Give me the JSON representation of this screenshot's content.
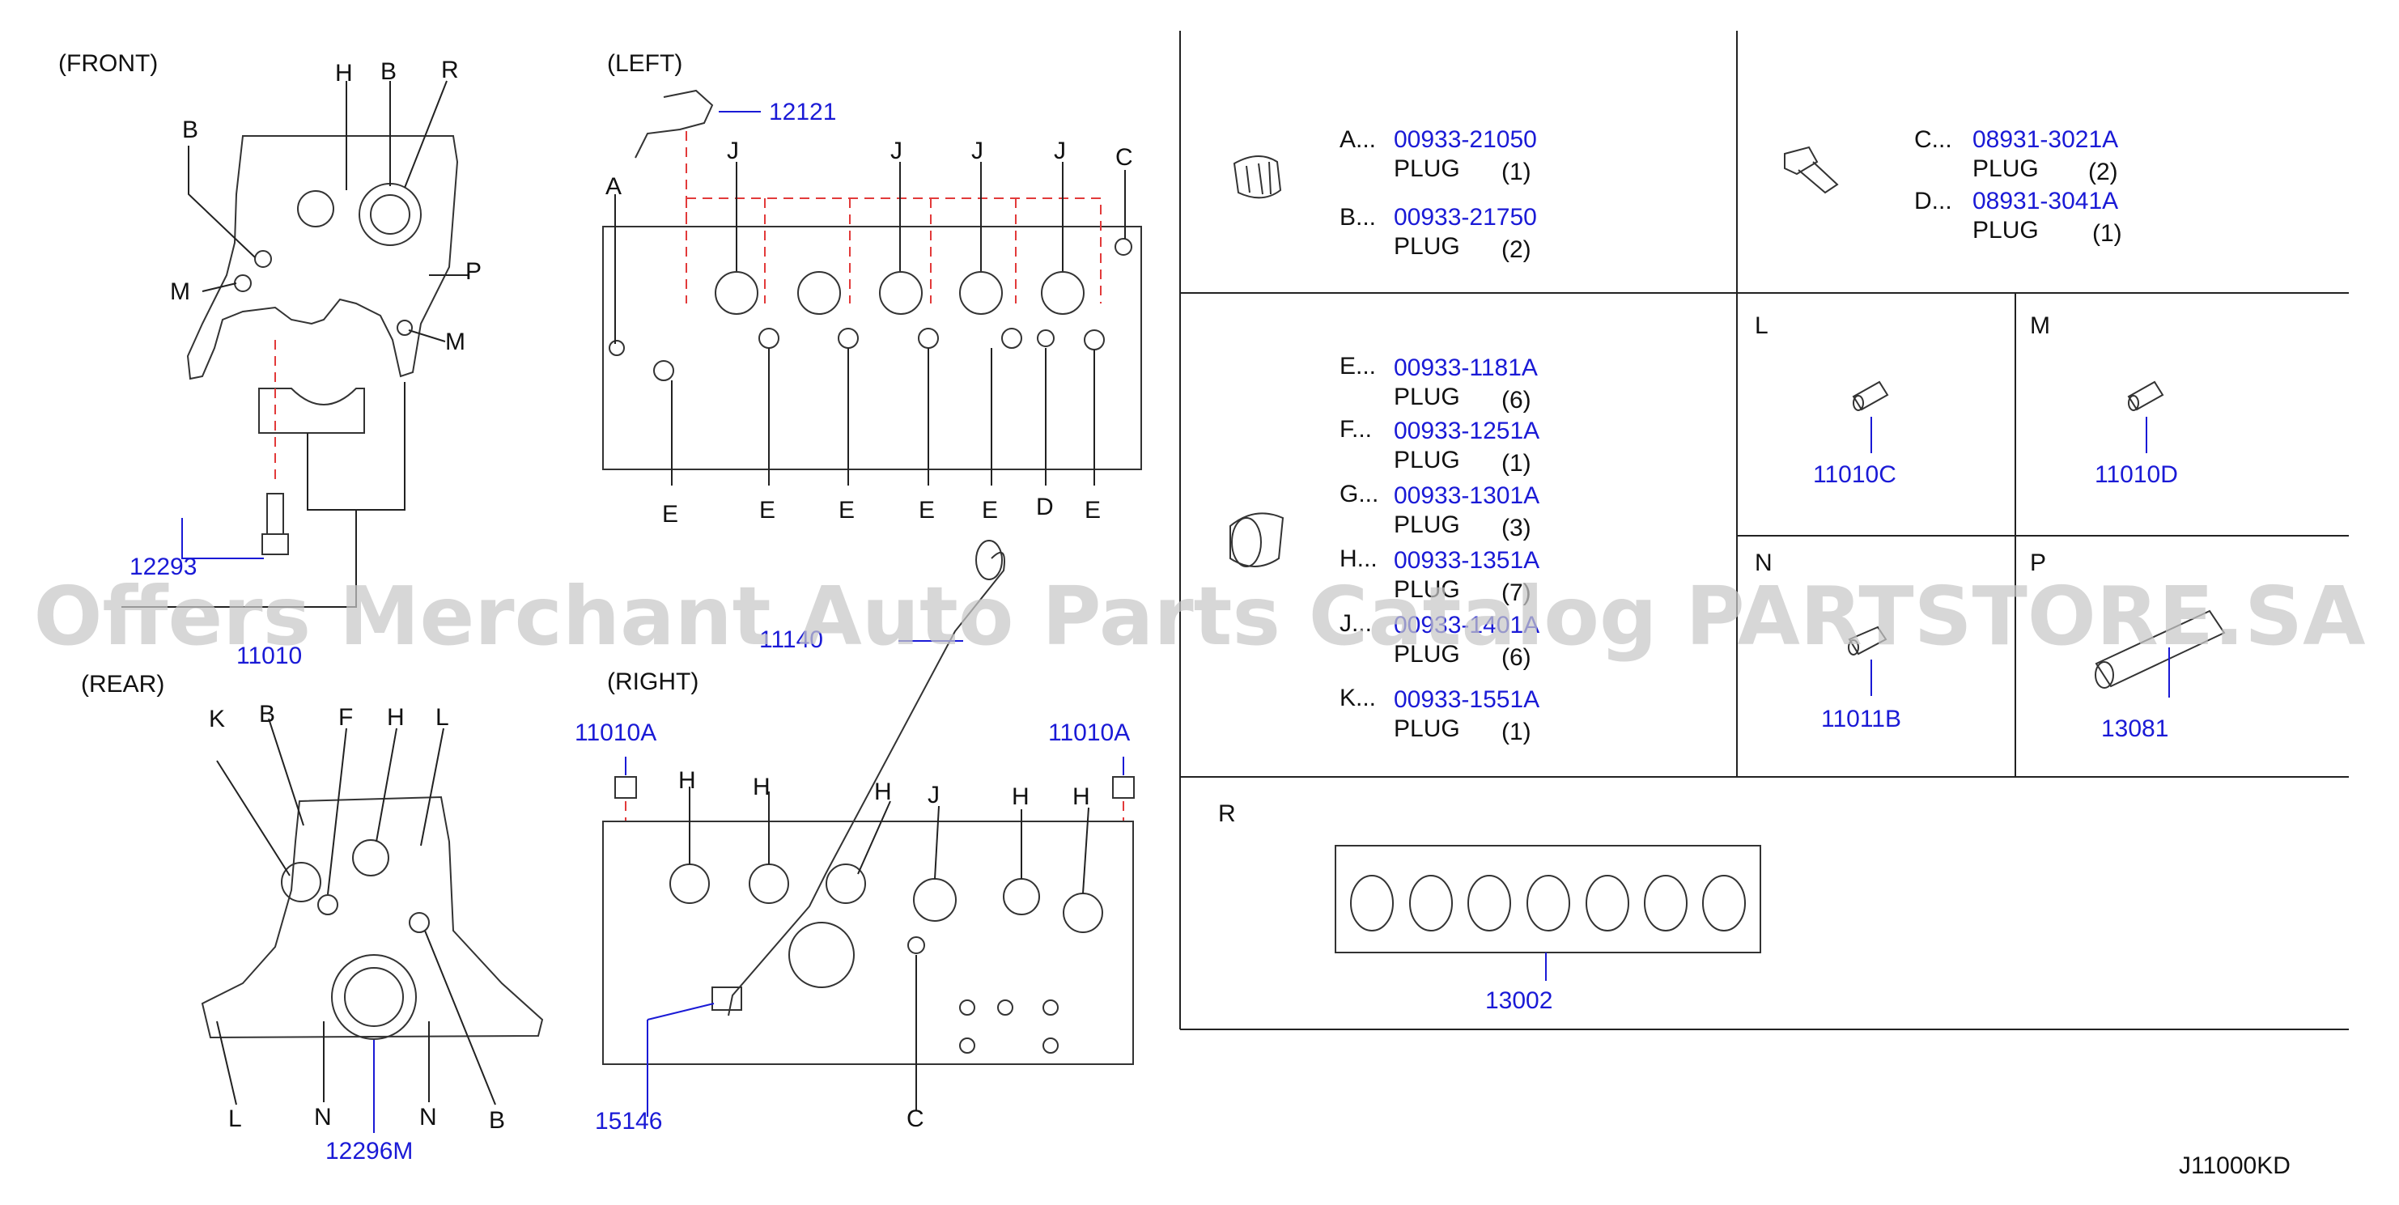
{
  "views": {
    "front": "(FRONT)",
    "left": "(LEFT)",
    "rear": "(REAR)",
    "right": "(RIGHT)"
  },
  "callouts": {
    "front": [
      "H",
      "B",
      "R",
      "B",
      "M",
      "P",
      "M"
    ],
    "left": [
      "A",
      "J",
      "J",
      "J",
      "J",
      "C",
      "E",
      "E",
      "E",
      "E",
      "E",
      "D",
      "E"
    ],
    "rear": [
      "K",
      "B",
      "F",
      "H",
      "L",
      "L",
      "N",
      "N",
      "B"
    ],
    "right": [
      "H",
      "H",
      "H",
      "J",
      "H",
      "H",
      "C"
    ]
  },
  "parts": {
    "p11010": "11010",
    "p12293": "12293",
    "p12121": "12121",
    "p11140": "11140",
    "p11010a_left": "11010A",
    "p11010a_right": "11010A",
    "p15146": "15146",
    "p12296m": "12296M"
  },
  "plug_table": {
    "cellA": [
      {
        "key": "A...",
        "part": "00933-21050",
        "name": "PLUG",
        "qty": "(1)"
      },
      {
        "key": "B...",
        "part": "00933-21750",
        "name": "PLUG",
        "qty": "(2)"
      }
    ],
    "cellC": [
      {
        "key": "C...",
        "part": "08931-3021A",
        "name": "PLUG",
        "qty": "(2)"
      },
      {
        "key": "D...",
        "part": "08931-3041A",
        "name": "PLUG",
        "qty": "(1)"
      }
    ],
    "cellE": [
      {
        "key": "E...",
        "part": "00933-1181A",
        "name": "PLUG",
        "qty": "(6)"
      },
      {
        "key": "F...",
        "part": "00933-1251A",
        "name": "PLUG",
        "qty": "(1)"
      },
      {
        "key": "G...",
        "part": "00933-1301A",
        "name": "PLUG",
        "qty": "(3)"
      },
      {
        "key": "H...",
        "part": "00933-1351A",
        "name": "PLUG",
        "qty": "(7)"
      },
      {
        "key": "J...",
        "part": "00933-1401A",
        "name": "PLUG",
        "qty": "(6)"
      },
      {
        "key": "K...",
        "part": "00933-1551A",
        "name": "PLUG",
        "qty": "(1)"
      }
    ],
    "cellL": {
      "letter": "L",
      "part": "11010C"
    },
    "cellM": {
      "letter": "M",
      "part": "11010D"
    },
    "cellN": {
      "letter": "N",
      "part": "11011B"
    },
    "cellP": {
      "letter": "P",
      "part": "13081"
    },
    "cellR": {
      "letter": "R",
      "part": "13002"
    }
  },
  "diagram_code": "J11000KD",
  "watermark": "Offers Merchant Auto Parts Catalog PARTSTORE.SA",
  "colors": {
    "part_number": "#1a1ad6",
    "leader_red": "#e23a3a",
    "line": "#222222"
  }
}
